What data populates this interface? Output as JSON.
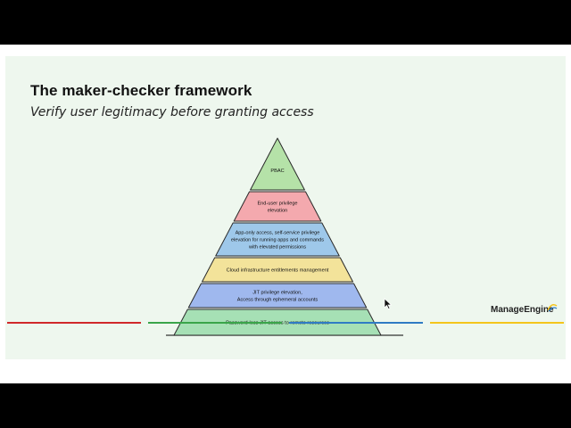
{
  "slide": {
    "title": "The maker-checker framework",
    "subtitle": "Verify user legitimacy before granting access"
  },
  "pyramid": {
    "levels": [
      {
        "lines": [
          "PBAC"
        ],
        "color": "#b5e2a8"
      },
      {
        "lines": [
          "End-user privilege",
          "elevation"
        ],
        "color": "#f4a9ae"
      },
      {
        "lines": [
          "App-only access, self-service privilege",
          "elevation for running apps and commands",
          "with elevated permissions"
        ],
        "color": "#9ec8ea"
      },
      {
        "lines": [
          "Cloud infrastructure entitlements management"
        ],
        "color": "#f3e39a"
      },
      {
        "lines": [
          "JIT privilege elevation,",
          "Access through ephemeral accounts"
        ],
        "color": "#9fb8ee"
      },
      {
        "lines": [
          "Password-less JIT access to remote resources"
        ],
        "color": "#a6e0b5"
      }
    ]
  },
  "brand": {
    "name": "ManageEngine"
  },
  "colors": {
    "bar_red": "#d0282a",
    "bar_green": "#3aa54a",
    "bar_blue": "#2f7bc4",
    "bar_yellow": "#f4c51c"
  }
}
